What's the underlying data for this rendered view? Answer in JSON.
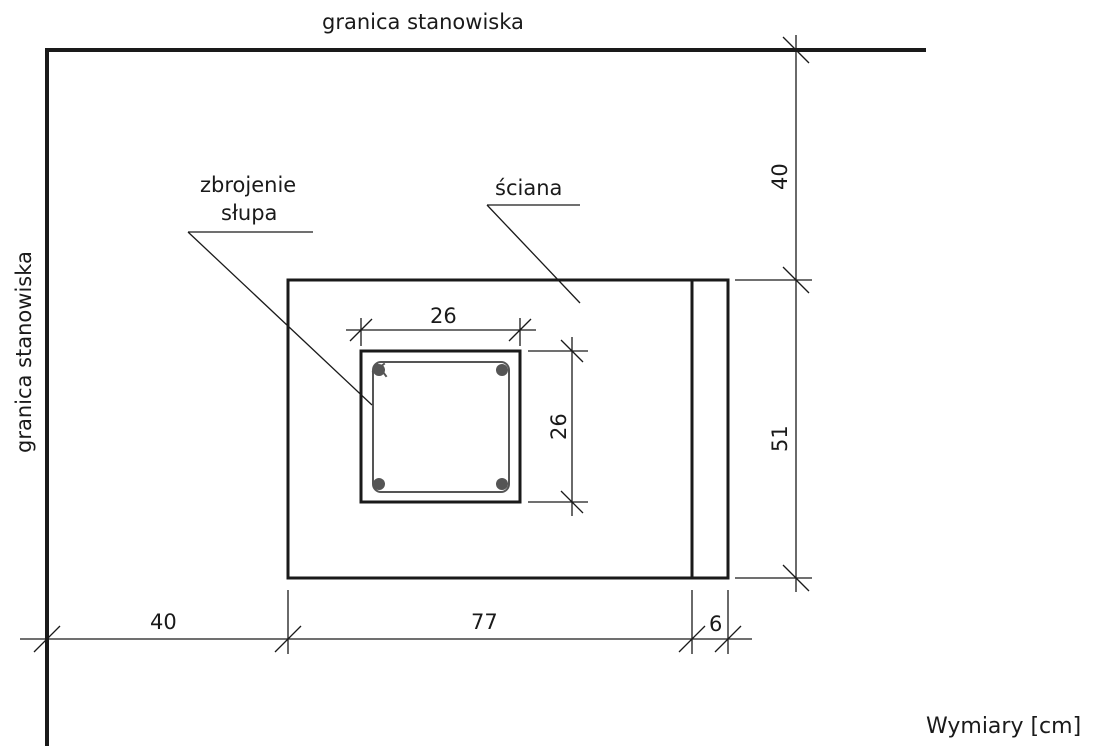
{
  "labels": {
    "top_boundary": "granica stanowiska",
    "left_boundary": "granica stanowiska",
    "column_rebar": "zbrojenie\nsłupa",
    "column_rebar_line1": "zbrojenie",
    "column_rebar_line2": "słupa",
    "wall": "ściana",
    "units": "Wymiary [cm]"
  },
  "dimensions": {
    "top_offset": "40",
    "wall_height": "51",
    "left_offset": "40",
    "wall_width": "77",
    "wall_extra": "6",
    "column_width": "26",
    "column_height": "26"
  },
  "colors": {
    "line": "#1a1a1a",
    "rebar": "#555555",
    "background": "#ffffff"
  }
}
